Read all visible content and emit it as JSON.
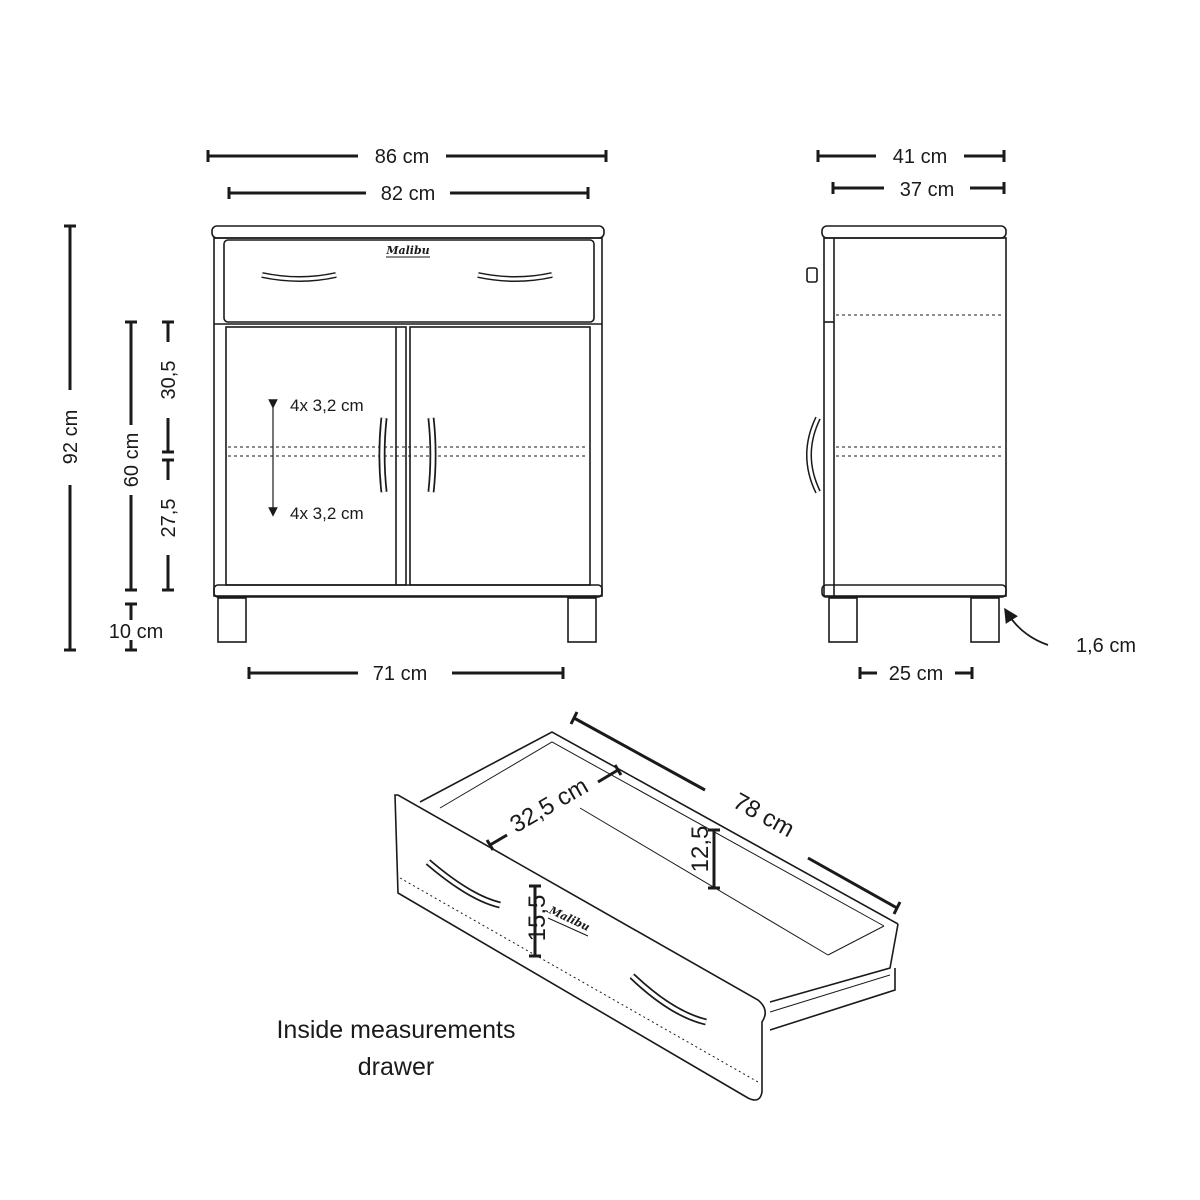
{
  "front_view": {
    "width_total": "86 cm",
    "width_top": "82 cm",
    "height_total": "92 cm",
    "height_body": "60 cm",
    "height_upper": "30,5",
    "height_lower": "27,5",
    "leg_height": "10 cm",
    "leg_span": "71 cm",
    "shelf_upper": "4x 3,2 cm",
    "shelf_lower": "4x 3,2 cm",
    "brand": "Malibu"
  },
  "side_view": {
    "depth_total": "41 cm",
    "depth_body": "37 cm",
    "leg_span": "25 cm",
    "door_gap": "1,6 cm"
  },
  "drawer_view": {
    "depth": "78 cm",
    "width": "32,5 cm",
    "height_back": "12,5",
    "height_front": "15,5",
    "brand": "Malibu",
    "caption_line1": "Inside measurements",
    "caption_line2": "drawer"
  }
}
